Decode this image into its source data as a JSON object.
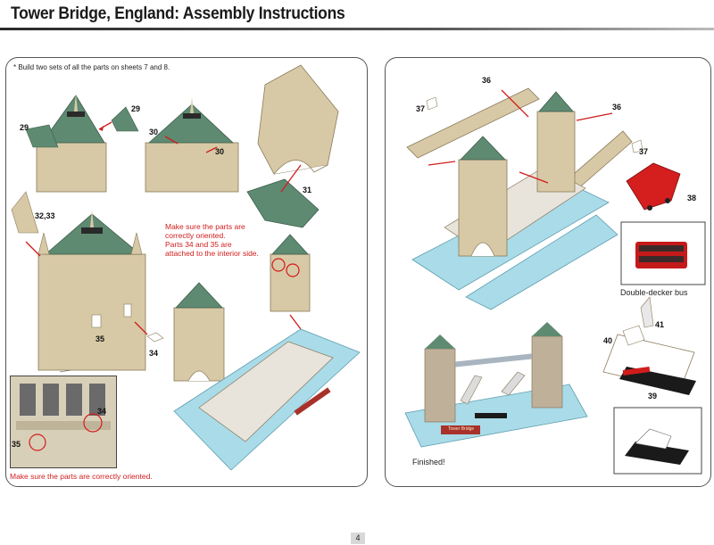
{
  "header": {
    "title": "Tower Bridge, England: Assembly Instructions"
  },
  "left_panel": {
    "note": "* Build two sets of all the parts on sheets 7 and 8.",
    "labels": {
      "p29a": "29",
      "p29b": "29",
      "p30a": "30",
      "p30b": "30",
      "p31": "31",
      "p3233": "32,33",
      "p35": "35",
      "p34": "34",
      "inset35": "35",
      "inset34": "34"
    },
    "orientation_note": [
      "Make sure the parts are",
      "correctly oriented.",
      "Parts 34 and 35 are",
      "attached to the interior side."
    ],
    "inset_caption": "Make sure the parts are correctly oriented."
  },
  "right_panel": {
    "labels": {
      "p36a": "36",
      "p36b": "36",
      "p37a": "37",
      "p37b": "37",
      "p38": "38",
      "p39": "39",
      "p40": "40",
      "p41": "41"
    },
    "bus_caption": "Double-decker bus",
    "finished_caption": "Finished!",
    "plaque_text": "Tower Bridge"
  },
  "colors": {
    "accent_red": "#d21c1c",
    "tower_tan": "#d8c9a6",
    "roof_green": "#5f8a72",
    "water_blue": "#a9dbe8"
  },
  "footer": {
    "page_number": "4"
  }
}
